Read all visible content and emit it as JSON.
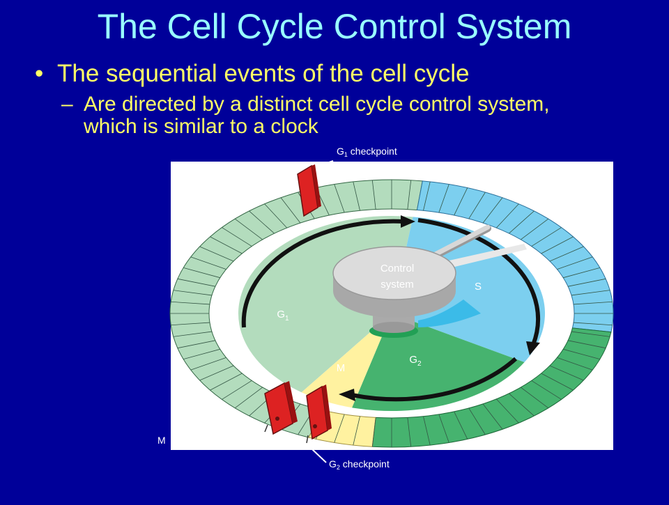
{
  "slide": {
    "title": "The Cell Cycle Control System",
    "bullet_marker": "•",
    "bullet": "The sequential events of the cell cycle",
    "sub_marker": "–",
    "sub_bullet": "Are directed by a distinct cell cycle control system, which is similar to a clock"
  },
  "figure": {
    "g1_checkpoint": {
      "main": "G",
      "sub": "1",
      "rest": " checkpoint"
    },
    "g2_checkpoint": {
      "main": "G",
      "sub": "2",
      "rest": " checkpoint"
    },
    "m_checkpoint": "M",
    "control_line1": "Control",
    "control_line2": "system",
    "phase_s": "S",
    "phase_g1": {
      "main": "G",
      "sub": "1"
    },
    "phase_g2": {
      "main": "G",
      "sub": "2"
    },
    "phase_m": "M",
    "colors": {
      "g1": "#b3dcbd",
      "s": "#7ccfef",
      "g2": "#46b36f",
      "m": "#fff2a0",
      "panel": "#ffffff",
      "slide_bg": "#000099",
      "title": "#99ffff",
      "body_text": "#ffff66",
      "checkpoint": "#dd2222"
    }
  }
}
